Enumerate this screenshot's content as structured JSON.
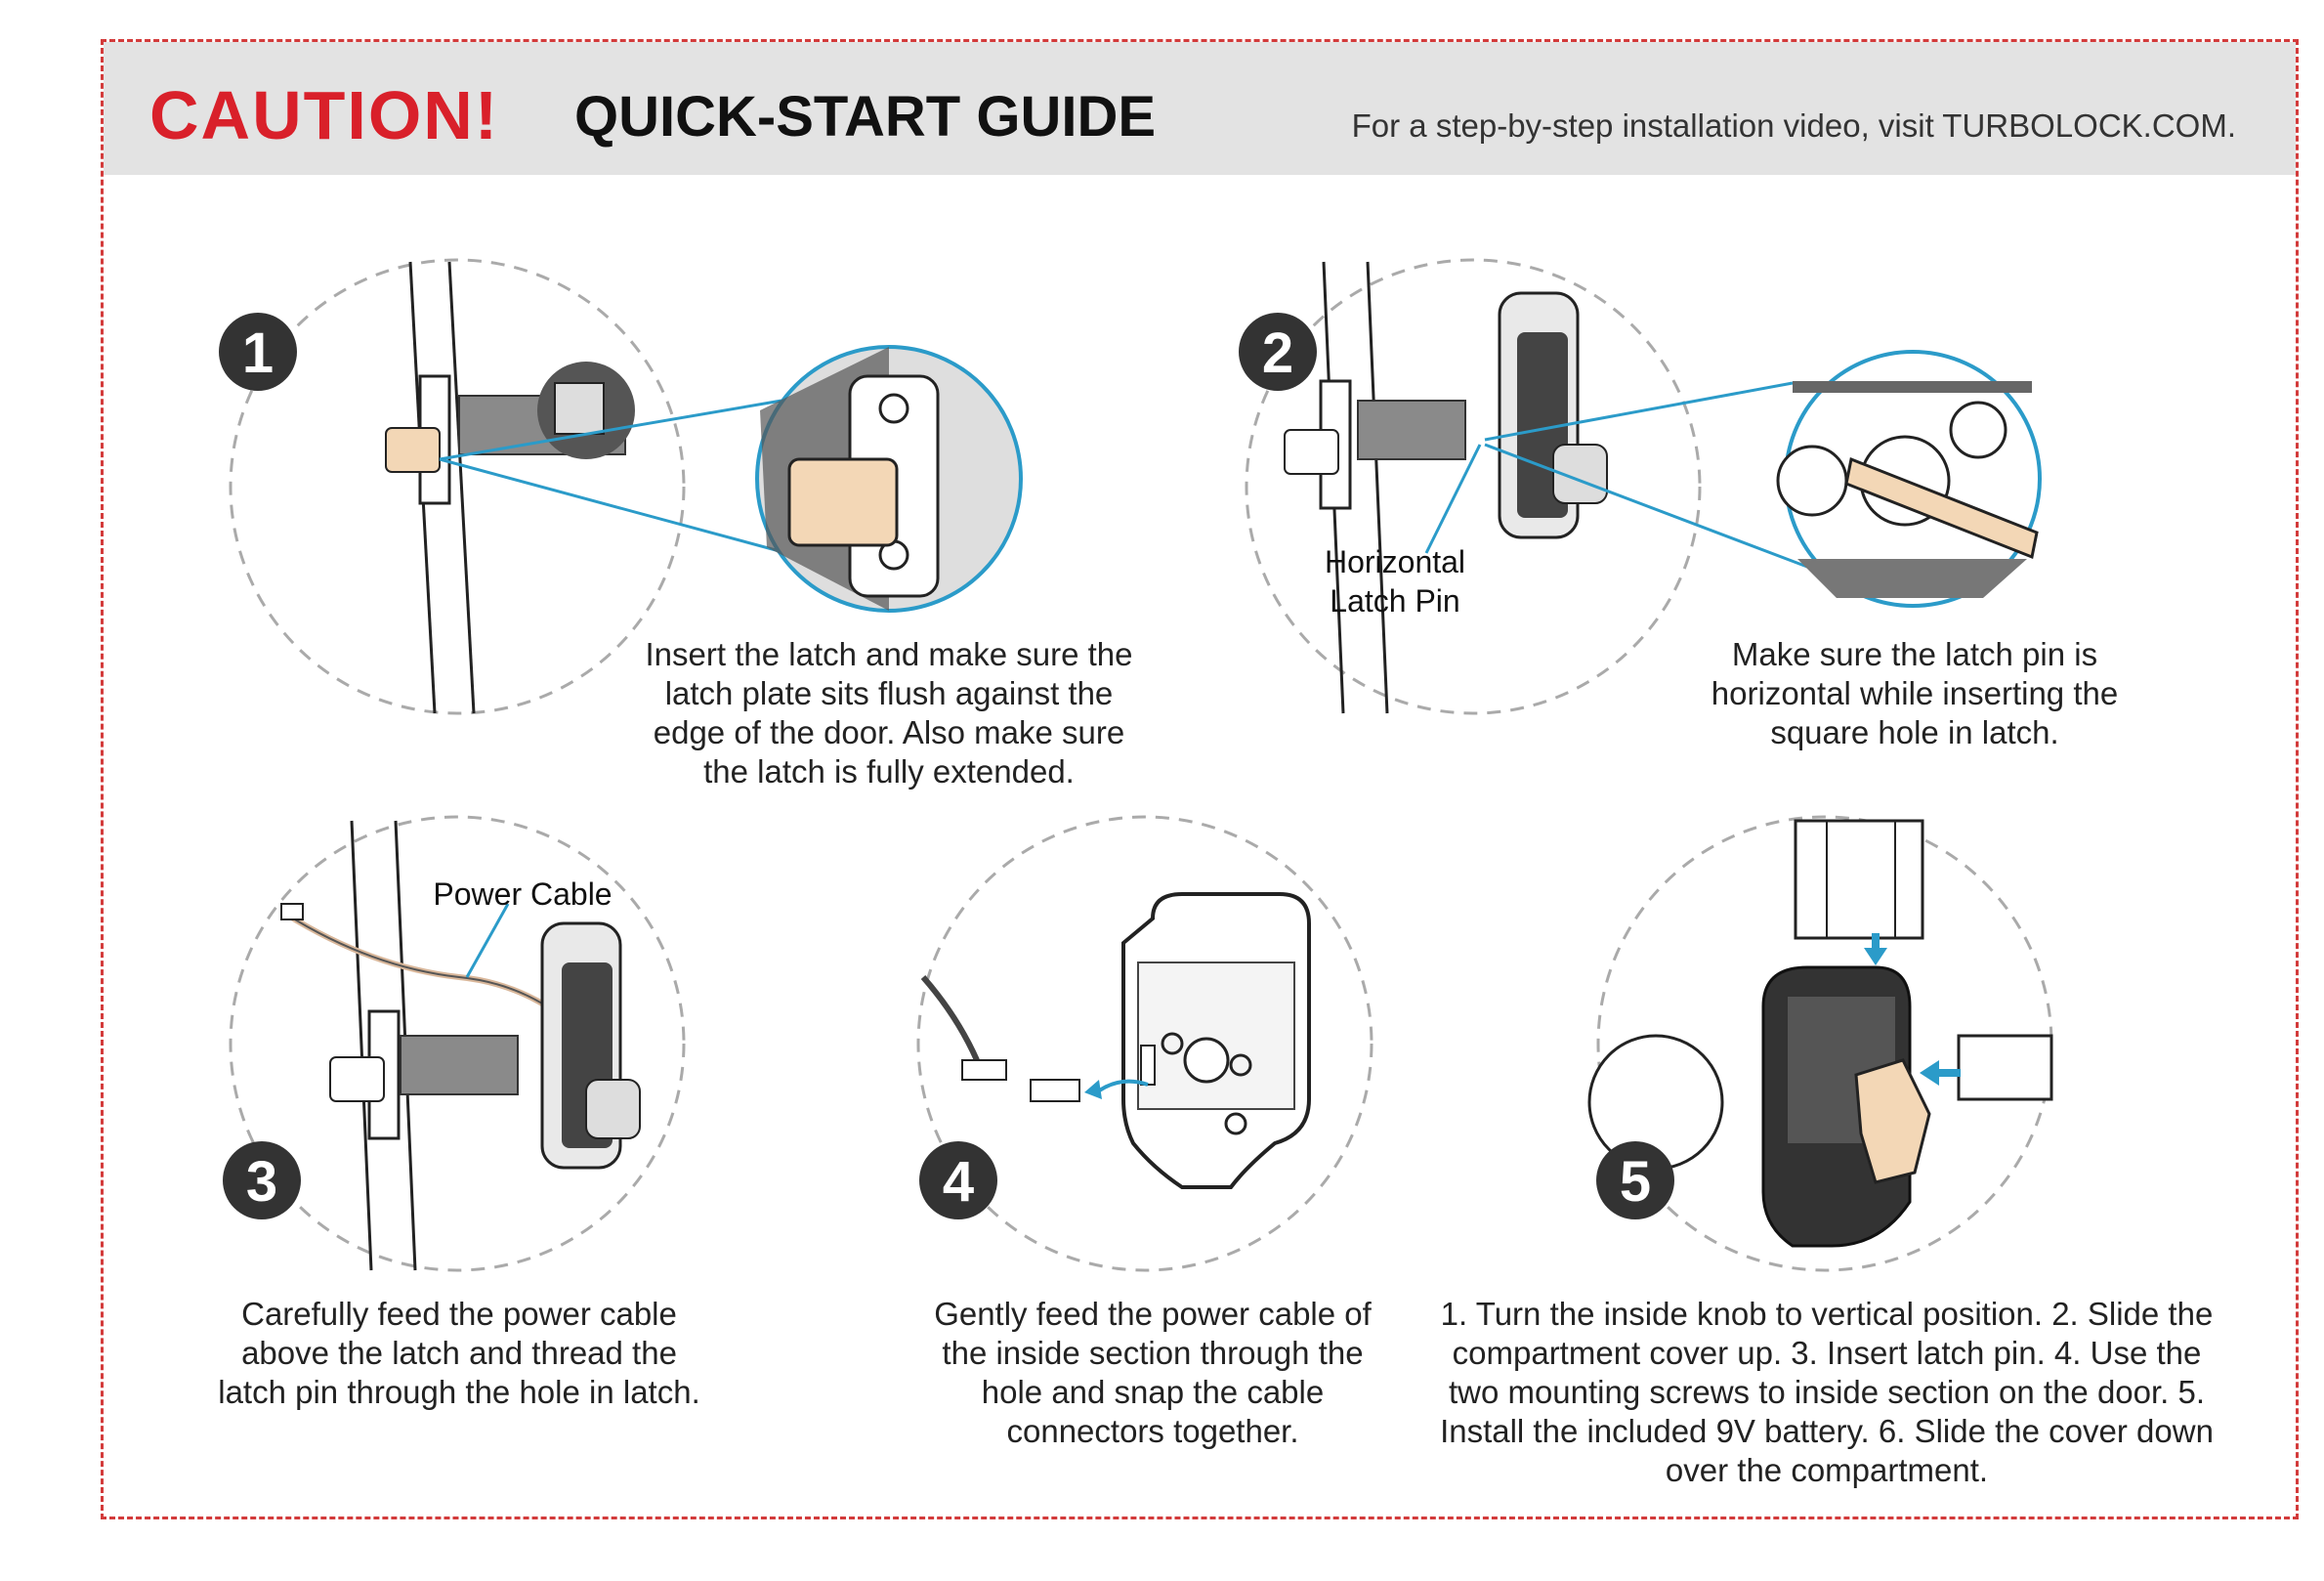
{
  "header": {
    "caution": "CAUTION!",
    "title": "QUICK-START GUIDE",
    "subtitle": "For a step-by-step installation video, visit TURBOLOCK.COM."
  },
  "steps": [
    {
      "number": "1",
      "caption": "Insert the latch and make sure the latch plate sits flush against the edge of the door. Also make sure the latch is fully extended."
    },
    {
      "number": "2",
      "caption": "Make sure the latch pin is horizontal while inserting the square hole in latch.",
      "label": "Horizontal Latch Pin"
    },
    {
      "number": "3",
      "caption": "Carefully feed the power cable above the latch and thread the latch pin through the hole in latch.",
      "label": "Power Cable"
    },
    {
      "number": "4",
      "caption": "Gently feed the power cable of the inside section through the hole and snap the cable connectors together."
    },
    {
      "number": "5",
      "caption": "1. Turn the inside knob to vertical position. 2. Slide the compartment cover up. 3. Insert latch pin. 4. Use the two mounting screws to inside section on the door. 5. Install the included 9V battery. 6. Slide the cover down over the compartment."
    }
  ],
  "colors": {
    "accent_red": "#d9202a",
    "callout_blue": "#2b9bc9",
    "latch_tan": "#f3d7b6",
    "badge": "#333333"
  }
}
